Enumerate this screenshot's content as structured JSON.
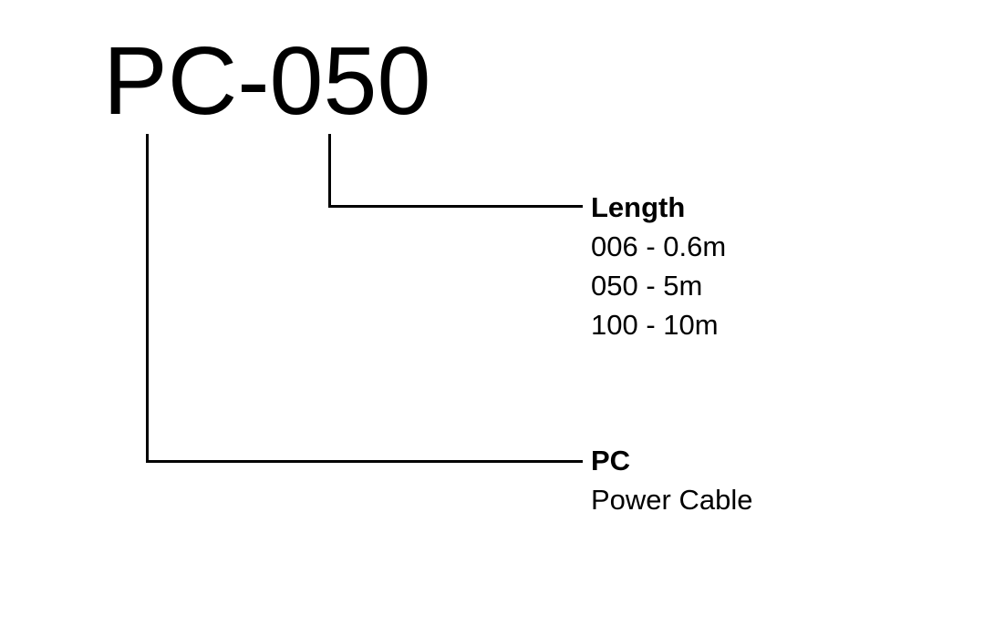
{
  "part_number": "PC-050",
  "length": {
    "heading": "Length",
    "options": [
      "006 - 0.6m",
      "050 - 5m",
      "100 - 10m"
    ]
  },
  "type": {
    "heading": "PC",
    "description": "Power Cable"
  }
}
